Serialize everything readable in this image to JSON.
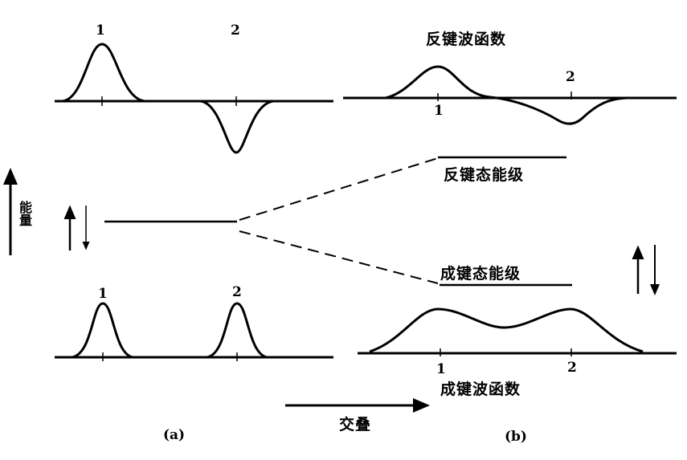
{
  "panel_a": {
    "top_labels": [
      "1",
      "2"
    ],
    "bottom_labels": [
      "1",
      "2"
    ],
    "energy_axis_label": "能量",
    "caption": "(a)"
  },
  "panel_b": {
    "antibonding_wavefunction": "反键波函数",
    "antibonding_labels": [
      "1",
      "2"
    ],
    "antibonding_level": "反键态能级",
    "bonding_level": "成键态能级",
    "bonding_wavefunction": "成键波函数",
    "bonding_labels": [
      "1",
      "2"
    ],
    "caption": "(b)"
  },
  "overlap_axis_label": "交叠"
}
